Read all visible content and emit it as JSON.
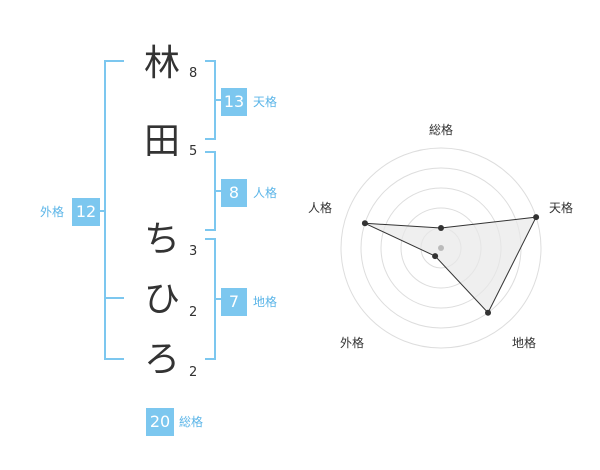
{
  "name": {
    "chars": [
      "林",
      "田",
      "ち",
      "ひ",
      "ろ"
    ],
    "strokes": [
      "8",
      "5",
      "3",
      "2",
      "2"
    ]
  },
  "kakusu": {
    "tenkaku": {
      "value": "13",
      "label": "天格"
    },
    "jinkaku": {
      "value": "8",
      "label": "人格"
    },
    "chikaku": {
      "value": "7",
      "label": "地格"
    },
    "gaikaku": {
      "value": "12",
      "label": "外格"
    },
    "soukaku": {
      "value": "20",
      "label": "総格"
    }
  },
  "radar": {
    "axes": [
      "総格",
      "天格",
      "地格",
      "外格",
      "人格"
    ],
    "levels": 5,
    "values": [
      1,
      5,
      4,
      0.5,
      4
    ],
    "colors": {
      "grid": "#dddddd",
      "fill": "#e8e8e8",
      "line": "#333333",
      "point": "#333333",
      "center": "#bbbbbb"
    }
  }
}
